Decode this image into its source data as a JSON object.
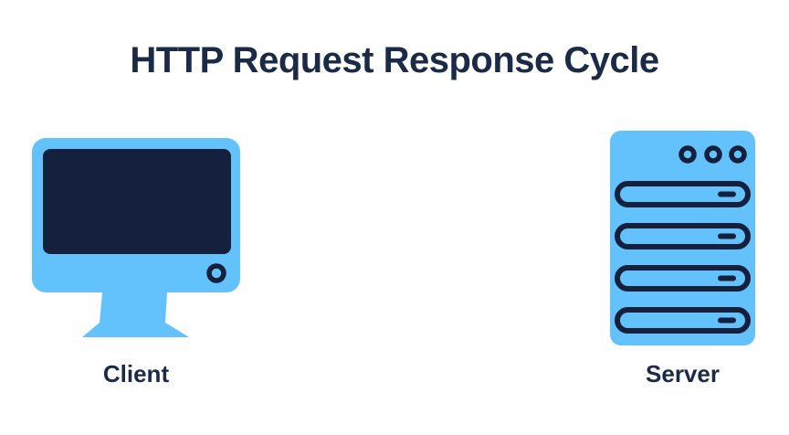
{
  "title": "HTTP Request Response Cycle",
  "nodes": [
    {
      "id": "client",
      "label": "Client",
      "icon": "monitor-icon"
    },
    {
      "id": "server",
      "label": "Server",
      "icon": "server-rack-icon"
    }
  ],
  "colors": {
    "background": "#FFFFFF",
    "accent_blue": "#63C2FB",
    "icon_navy": "#14203C",
    "text_navy": "#1B2A47"
  }
}
